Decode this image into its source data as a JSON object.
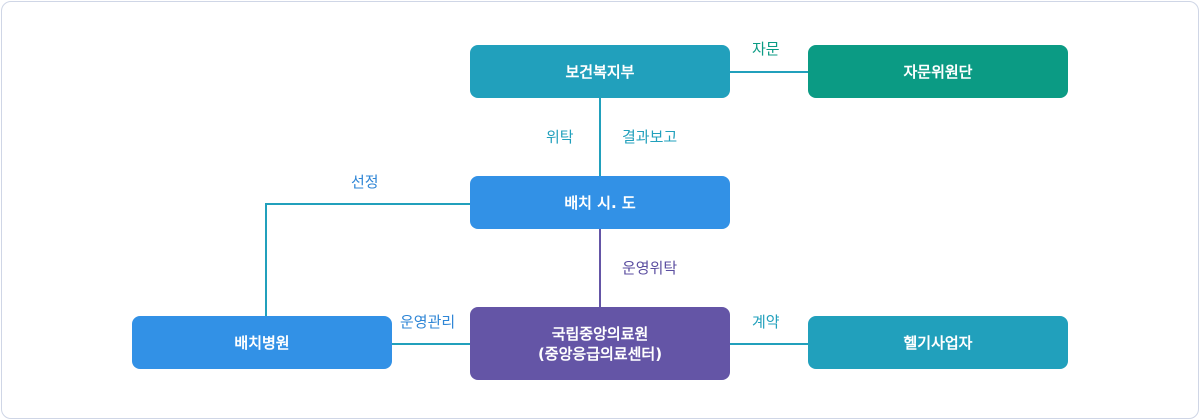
{
  "colors": {
    "ministry": "#21a0bc",
    "advisory": "#0b9b84",
    "province": "#3291e6",
    "center": "#6455a6",
    "heli": "#21a0bc",
    "line_teal": "#21a0bc",
    "line_blue": "#3291e6",
    "label_teal": "#0b9b84",
    "label_blue": "#2f86d6",
    "label_purple": "#5b4ea0"
  },
  "nodes": {
    "ministry": "보건복지부",
    "advisory": "자문위원단",
    "province": "배치 시. 도",
    "hospital": "배치병원",
    "center_line1": "국립중앙의료원",
    "center_line2": "(중앙응급의료센터)",
    "heli_operator": "헬기사업자"
  },
  "edges": {
    "advise": "자문",
    "entrust": "위탁",
    "report": "결과보고",
    "select": "선정",
    "operation_entrust": "운영위탁",
    "operation_manage": "운영관리",
    "contract": "계약"
  }
}
